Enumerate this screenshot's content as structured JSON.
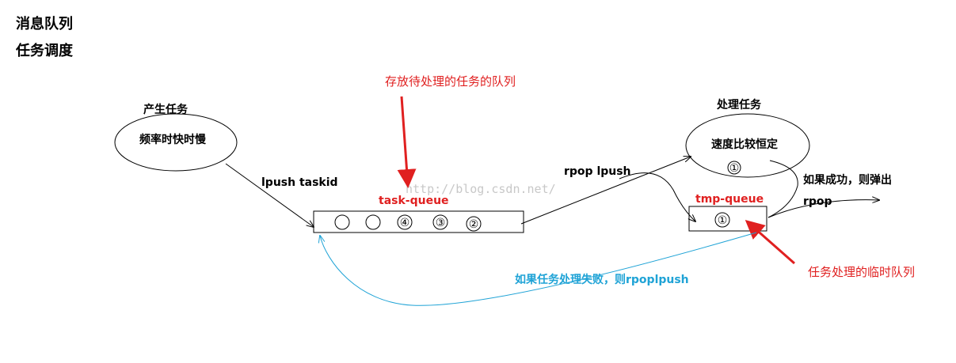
{
  "headings": [
    "消息队列",
    "任务调度"
  ],
  "producer": {
    "title": "产生任务",
    "label": "频率时快时慢"
  },
  "consumer": {
    "title": "处理任务",
    "label": "速度比较恒定",
    "item": "①"
  },
  "task_queue": {
    "name": "task-queue",
    "items": [
      "",
      "",
      "④",
      "③",
      "②"
    ],
    "note": "存放待处理的任务的队列"
  },
  "tmp_queue": {
    "name": "tmp-queue",
    "item": "①",
    "note": "任务处理的临时队列"
  },
  "edges": {
    "lpush": "lpush taskid",
    "rpop_lpush": "rpop lpush",
    "success": "如果成功，则弹出",
    "rpop": "rpop",
    "fail": "如果任务处理失败，则rpoplpush"
  },
  "watermark": "http://blog.csdn.net/",
  "colors": {
    "red": "#e02020",
    "blue": "#1fa3d6"
  }
}
